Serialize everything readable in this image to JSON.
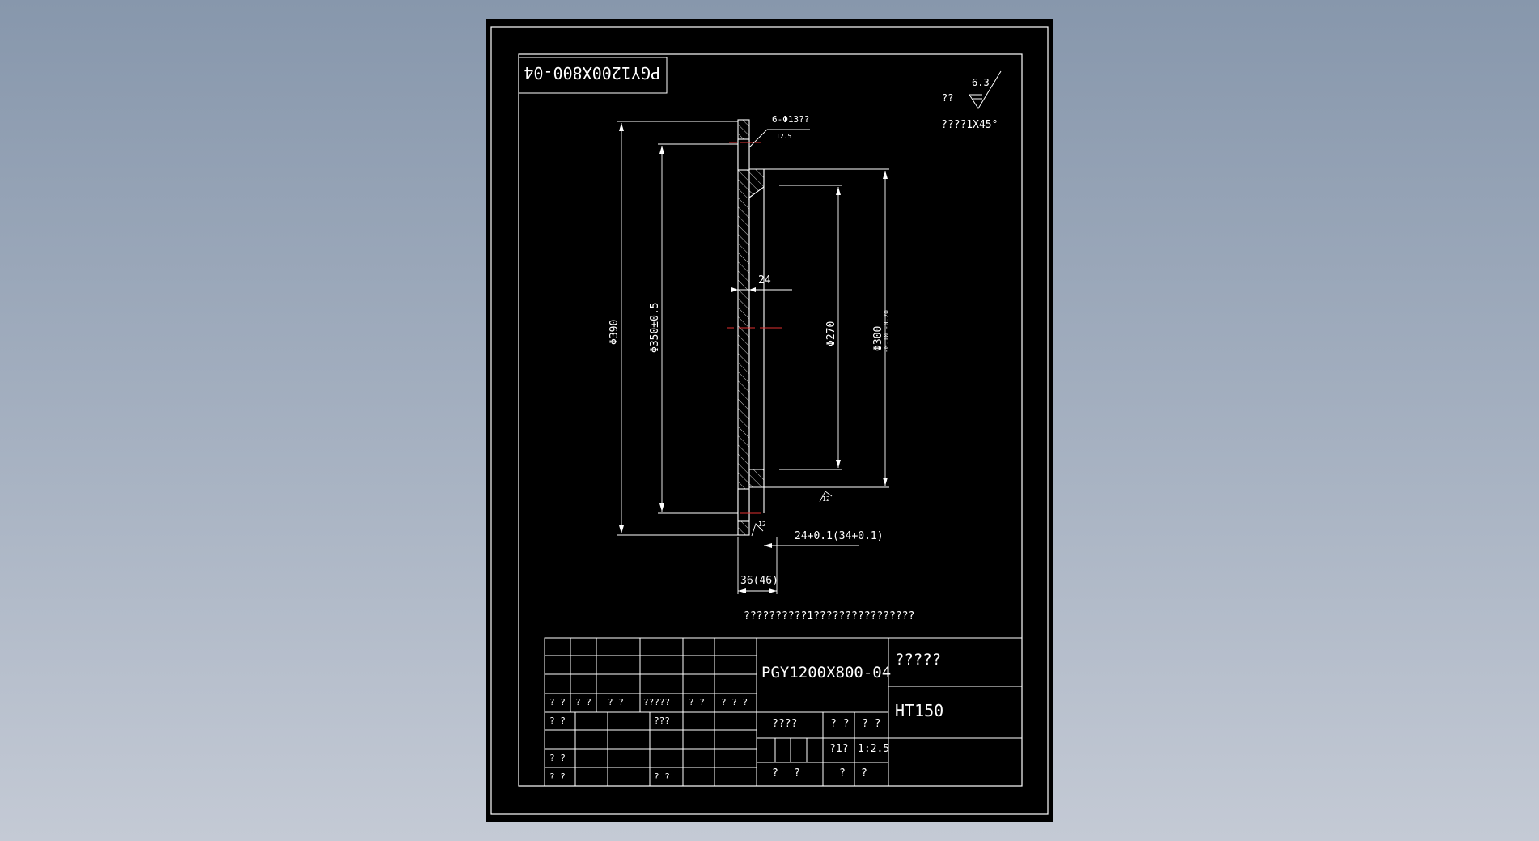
{
  "drawing": {
    "background_color": "#000000",
    "line_color": "#ffffff",
    "centerline_color": "#e03030",
    "part_number_mirrored": "PGY1200X800-04",
    "roughness_label": "??",
    "roughness_value": "6.3",
    "chamfer_note": "????1X45°",
    "hole_callout": "6-Φ13??",
    "hole_roughness": "12.5",
    "bottom_roughness": "12",
    "flange_roughness": "12",
    "dims": {
      "d390": "Φ390",
      "d350": "Φ350±0.5",
      "d270": "Φ270",
      "d300": "Φ300",
      "d300_tol": "-0.10 -0.20",
      "w24": "24",
      "w24_tol": "24+0.1(34+0.1)",
      "w36": "36(46)"
    },
    "tech_note": "??????????1????????????????"
  },
  "title_block": {
    "part_number": "PGY1200X800-04",
    "part_name": "?????",
    "material": "HT150",
    "labels_row": [
      "? ?",
      "? ?",
      "? ?",
      "?????",
      "? ?",
      "? ? ?"
    ],
    "left_labels": [
      "? ?",
      "? ?",
      "? ?"
    ],
    "left_label_extra": "???",
    "left_label_extra2": "? ?",
    "stage_label": "????",
    "weight_label": "? ?",
    "scale_label": "? ?",
    "sheet_count": "?1?",
    "scale_value": "1:2.5",
    "bottom_labels": [
      "?",
      "?",
      "?",
      "?"
    ]
  }
}
